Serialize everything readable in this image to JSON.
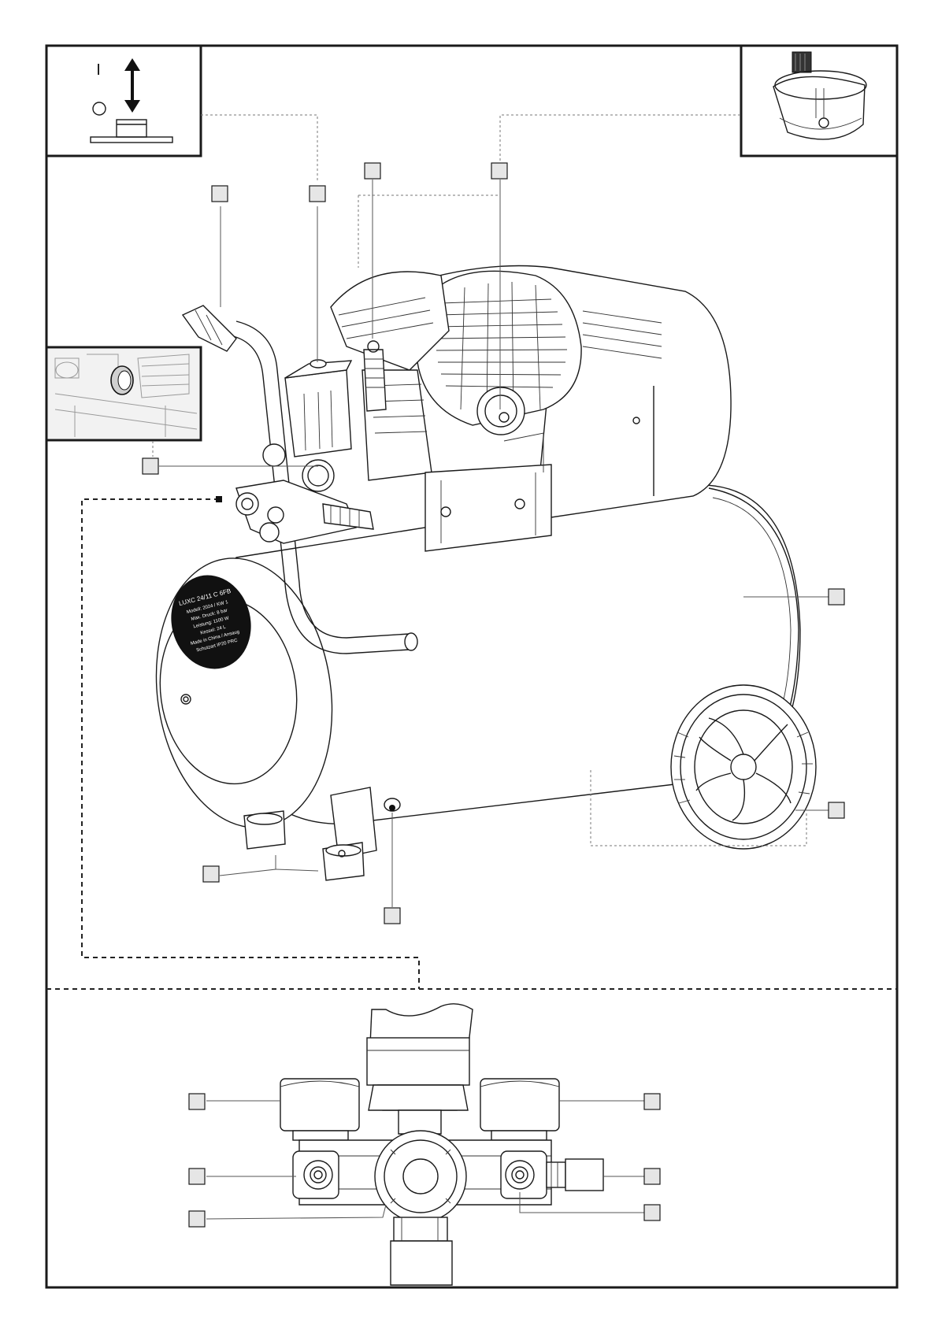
{
  "figure": {
    "callout_count": 16,
    "callout_numbers": [],
    "switch_icon": {
      "on_symbol": "I",
      "off_symbol": "O"
    },
    "nameplate_lines": [
      "LUXC 24/11 C 6FB",
      "Modell: 2024 / KW 1",
      "Max. Druck: 8 bar",
      "Leistung: 1100 W",
      "Kessel: 24 L",
      "Made in China / Ansaug",
      "Schutzart IP20  PRC"
    ]
  }
}
